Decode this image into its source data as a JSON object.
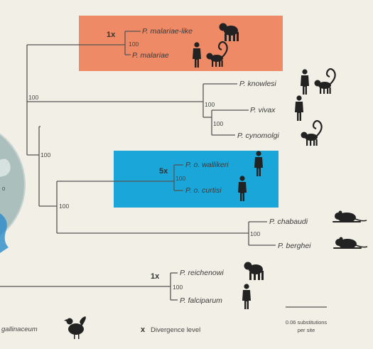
{
  "colors": {
    "background": "#f1efe6",
    "malariae_box": "#ee8a66",
    "ovale_box": "#1aa6d8",
    "branch": "#555555",
    "silhouette": "#222222",
    "globe": "#9fb6b4"
  },
  "clades": {
    "malariae": {
      "divergence": "1x",
      "support": "100",
      "taxa": [
        "P. malariae-like",
        "P. malariae"
      ]
    },
    "vivax": {
      "taxa": [
        "P. knowlesi",
        "P. vivax",
        "P. cynomolgi"
      ],
      "supports": [
        "100",
        "100"
      ]
    },
    "ovale": {
      "divergence": "5x",
      "support": "100",
      "taxa": [
        "P. o. wallikeri",
        "P. o. curtisi"
      ]
    },
    "rodent": {
      "taxa": [
        "P. chabaudi",
        "P. berghei"
      ],
      "support": "100"
    },
    "laverania": {
      "divergence": "1x",
      "support": "100",
      "taxa": [
        "P. reichenowi",
        "P. falciparum"
      ]
    }
  },
  "internal_supports": [
    "100",
    "100",
    "100"
  ],
  "legend": {
    "outgroup_label": "gallinaceum",
    "divergence_marker": "x",
    "divergence_label": "Divergence level",
    "scale_label_line1": "0.06 substitutions",
    "scale_label_line2": "per site",
    "globe_fragment": "0"
  },
  "icons": {
    "malariae-like": "chimpanzee-icon",
    "malariae": [
      "human-icon",
      "monkey-icon"
    ],
    "knowlesi": [
      "human-icon",
      "monkey-icon"
    ],
    "vivax": "human-icon",
    "cynomolgi": "monkey-icon",
    "wallikeri": "human-icon",
    "curtisi": "human-icon",
    "chabaudi": "rodent-icon",
    "berghei": "rodent-icon",
    "reichenowi": "chimpanzee-icon",
    "falciparum": "human-icon",
    "outgroup": "chicken-icon"
  }
}
